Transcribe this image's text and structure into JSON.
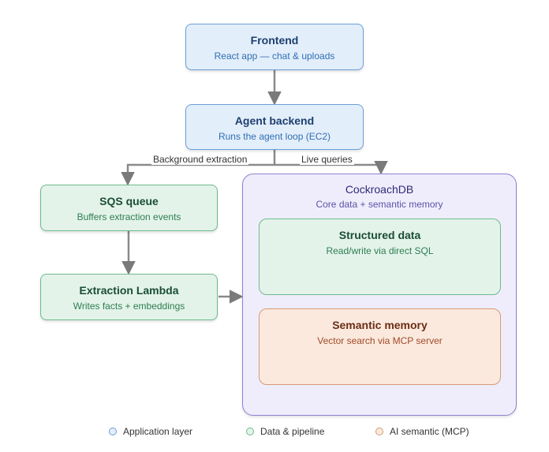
{
  "nodes": {
    "frontend": {
      "title": "Frontend",
      "subtitle": "React app — chat & uploads"
    },
    "backend": {
      "title": "Agent backend",
      "subtitle": "Runs the agent loop (EC2)"
    },
    "sqs": {
      "title": "SQS queue",
      "subtitle": "Buffers extraction events"
    },
    "lambda": {
      "title": "Extraction Lambda",
      "subtitle": "Writes facts + embeddings"
    },
    "cockroach": {
      "title": "CockroachDB",
      "subtitle": "Core data + semantic memory"
    },
    "structured": {
      "title": "Structured data",
      "subtitle": "Read/write via direct SQL"
    },
    "semantic": {
      "title": "Semantic memory",
      "subtitle": "Vector search via MCP server"
    }
  },
  "edges": {
    "background_label": "Background extraction",
    "live_label": "Live queries"
  },
  "legend": [
    {
      "label": "Application layer",
      "color": "#6a9fd8",
      "fill": "#e3eefb",
      "icon": "circle"
    },
    {
      "label": "Data & pipeline",
      "color": "#6dbb8c",
      "fill": "#e3f3ea",
      "icon": "circle"
    },
    {
      "label": "AI semantic (MCP)",
      "color": "#d59a7a",
      "fill": "#fbe9de",
      "icon": "circle"
    }
  ]
}
